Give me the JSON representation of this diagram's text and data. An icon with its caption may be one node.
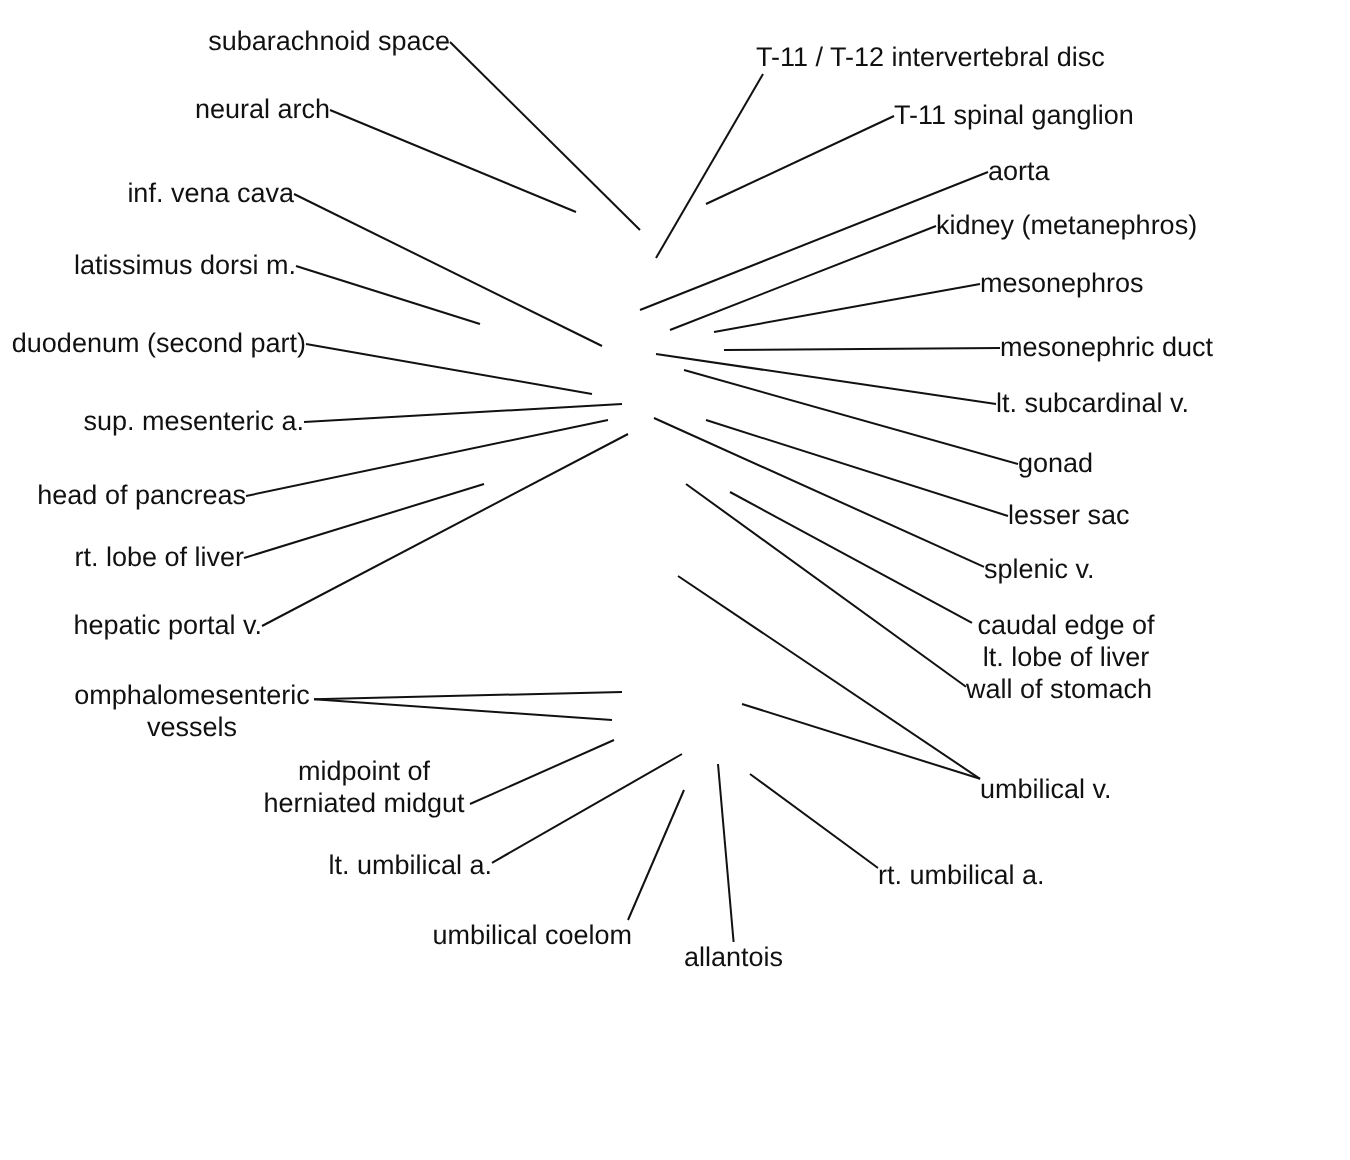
{
  "diagram": {
    "nodes": [
      {
        "text": [
          "subarachnoid space"
        ]
      },
      {
        "text": [
          "neural arch"
        ]
      },
      {
        "text": [
          "inf. vena cava"
        ]
      },
      {
        "text": [
          "latissimus dorsi m."
        ]
      },
      {
        "text": [
          "duodenum (second part)"
        ]
      },
      {
        "text": [
          "sup. mesenteric a."
        ]
      },
      {
        "text": [
          "head of pancreas"
        ]
      },
      {
        "text": [
          "rt. lobe of liver"
        ]
      },
      {
        "text": [
          "hepatic portal v."
        ]
      },
      {
        "text": [
          "omphalomesenteric vessels"
        ]
      },
      {
        "text": [
          "midpoint of herniated midgut"
        ]
      },
      {
        "text": [
          "lt. umbilical a."
        ]
      },
      {
        "text": [
          "umbilical coelom"
        ]
      },
      {
        "text": [
          "allantois"
        ]
      },
      {
        "text": [
          "T-11 / T-12 intervertebral disc"
        ]
      },
      {
        "text": [
          "T-11 spinal ganglion"
        ]
      },
      {
        "text": [
          "aorta"
        ]
      },
      {
        "text": [
          "kidney (metanephros)"
        ]
      },
      {
        "text": [
          "mesonephros"
        ]
      },
      {
        "text": [
          "mesonephric duct"
        ]
      },
      {
        "text": [
          "lt. subcardinal v."
        ]
      },
      {
        "text": [
          "gonad"
        ]
      },
      {
        "text": [
          "lesser sac"
        ]
      },
      {
        "text": [
          "splenic v."
        ]
      },
      {
        "text": [
          "caudal edge of lt. lobe of liver"
        ]
      },
      {
        "text": [
          "wall of stomach"
        ]
      },
      {
        "text": [
          "umbilical v."
        ]
      },
      {
        "text": [
          "rt. umbilical a."
        ]
      }
    ],
    "edges": [
      {
        "from": 0,
        "to": null,
        "arrow": "none"
      },
      {
        "from": 1,
        "to": null,
        "arrow": "none"
      },
      {
        "from": 2,
        "to": null,
        "arrow": "none"
      },
      {
        "from": 3,
        "to": null,
        "arrow": "none"
      },
      {
        "from": 4,
        "to": null,
        "arrow": "none"
      },
      {
        "from": 5,
        "to": null,
        "arrow": "none"
      },
      {
        "from": 6,
        "to": null,
        "arrow": "none"
      },
      {
        "from": 7,
        "to": null,
        "arrow": "none"
      },
      {
        "from": 8,
        "to": null,
        "arrow": "none"
      },
      {
        "from": 9,
        "to": null,
        "arrow": "none"
      },
      {
        "from": 9,
        "to": null,
        "arrow": "none"
      },
      {
        "from": 10,
        "to": null,
        "arrow": "none"
      },
      {
        "from": 11,
        "to": null,
        "arrow": "none"
      },
      {
        "from": 12,
        "to": null,
        "arrow": "none"
      },
      {
        "from": 13,
        "to": null,
        "arrow": "none"
      },
      {
        "from": 14,
        "to": null,
        "arrow": "none"
      },
      {
        "from": 15,
        "to": null,
        "arrow": "none"
      },
      {
        "from": 16,
        "to": null,
        "arrow": "none"
      },
      {
        "from": 17,
        "to": null,
        "arrow": "none"
      },
      {
        "from": 18,
        "to": null,
        "arrow": "none"
      },
      {
        "from": 19,
        "to": null,
        "arrow": "none"
      },
      {
        "from": 20,
        "to": null,
        "arrow": "none"
      },
      {
        "from": 21,
        "to": null,
        "arrow": "none"
      },
      {
        "from": 22,
        "to": null,
        "arrow": "none"
      },
      {
        "from": 23,
        "to": null,
        "arrow": "none"
      },
      {
        "from": 24,
        "to": null,
        "arrow": "none"
      },
      {
        "from": 25,
        "to": null,
        "arrow": "none"
      },
      {
        "from": 26,
        "to": null,
        "arrow": "none"
      },
      {
        "from": 26,
        "to": null,
        "arrow": "none"
      },
      {
        "from": 27,
        "to": null,
        "arrow": "none"
      }
    ]
  }
}
